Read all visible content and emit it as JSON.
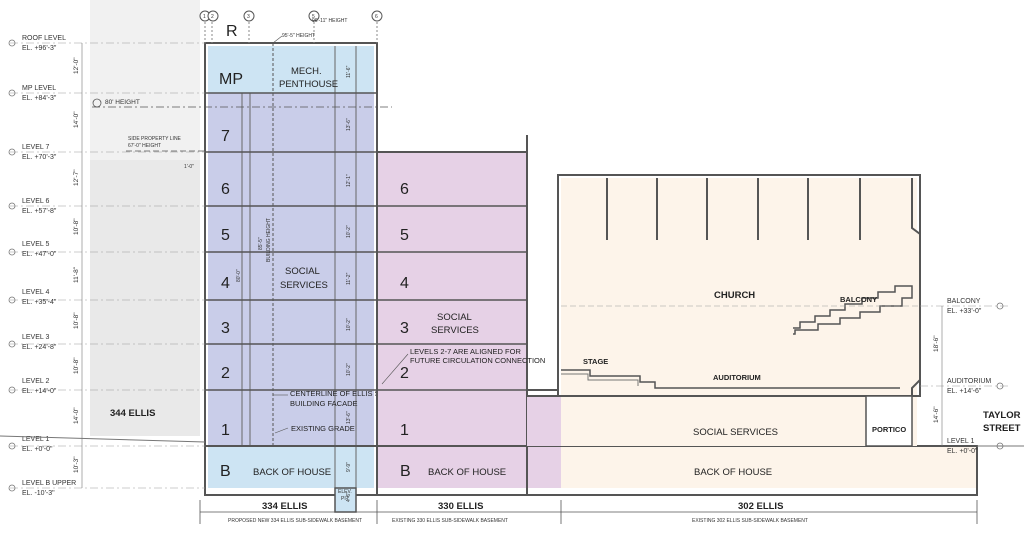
{
  "levels": [
    {
      "name": "ROOF LEVEL",
      "el": "EL. +96'-3\""
    },
    {
      "name": "MP LEVEL",
      "el": "EL. +84'-3\""
    },
    {
      "name": "LEVEL 7",
      "el": "EL. +70'-3\""
    },
    {
      "name": "LEVEL 6",
      "el": "EL. +57'-8\""
    },
    {
      "name": "LEVEL 5",
      "el": "EL. +47'-0\""
    },
    {
      "name": "LEVEL 4",
      "el": "EL. +35'-4\""
    },
    {
      "name": "LEVEL 3",
      "el": "EL. +24'-8\""
    },
    {
      "name": "LEVEL 2",
      "el": "EL. +14'-0\""
    },
    {
      "name": "LEVEL 1",
      "el": "EL. +0'-0\""
    },
    {
      "name": "LEVEL B UPPER",
      "el": "EL. -10'-3\""
    }
  ],
  "left_dims": [
    "12'-0\"",
    "14'-0\"",
    "12'-7\"",
    "10'-8\"",
    "11'-8\"",
    "10'-8\"",
    "10'-8\"",
    "14'-0\"",
    "10'-3\""
  ],
  "right_levels": [
    {
      "name": "BALCONY",
      "el": "EL. +33'-0\""
    },
    {
      "name": "AUDITORIUM",
      "el": "EL. +14'-6\""
    },
    {
      "name": "LEVEL 1",
      "el": "EL. +0'-0\""
    }
  ],
  "right_dims": [
    "18'-6\"",
    "14'-6\""
  ],
  "grid_bubbles": [
    "1",
    "2",
    "3",
    "5",
    "6"
  ],
  "bldg334": {
    "roof_label": "R",
    "mp_label": "MP",
    "mech_label_1": "MECH.",
    "mech_label_2": "PENTHOUSE",
    "floors": [
      "7",
      "6",
      "5",
      "4",
      "3",
      "2",
      "1"
    ],
    "social_1": "SOCIAL",
    "social_2": "SERVICES",
    "basement": "B",
    "boh": "BACK OF HOUSE",
    "elev_pit_1": "ELEV.",
    "elev_pit_2": "PIT",
    "height_80": "80' HEIGHT",
    "building_height_dim": "85'-5\"",
    "building_height_label": "BUILDING HEIGHT",
    "dim_80": "80'-0\"",
    "top_height_1": "95'-5\" HEIGHT",
    "top_height_2": "96'-11\" HEIGHT",
    "side_prop_1": "SIDE PROPERTY LINE",
    "side_prop_2": "67'-0\" HEIGHT",
    "inner_dims": [
      "11'-6\"",
      "13'-6\"",
      "12'-1\"",
      "10'-2\"",
      "11'-2\"",
      "10'-2\"",
      "10'-2\"",
      "13'-6\"",
      "9'-9\"",
      "4'-6\""
    ],
    "centerline_1": "CENTERLINE OF ELLIS ST",
    "centerline_2": "BUILDING FACADE",
    "existing_grade": "EXISTING GRADE"
  },
  "bldg330": {
    "floors": [
      "6",
      "5",
      "4",
      "3",
      "2",
      "1"
    ],
    "social_1": "SOCIAL",
    "social_2": "SERVICES",
    "basement": "B",
    "boh": "BACK OF HOUSE",
    "aligned_note_1": "LEVELS 2-7 ARE ALIGNED FOR",
    "aligned_note_2": "FUTURE CIRCULATION CONNECTION"
  },
  "bldg302": {
    "church": "CHURCH",
    "balcony": "BALCONY",
    "stage": "STAGE",
    "auditorium": "AUDITORIUM",
    "social": "SOCIAL SERVICES",
    "portico": "PORTICO",
    "boh": "BACK OF HOUSE"
  },
  "neighbor": {
    "label": "344 ELLIS",
    "dim": "1'-0\""
  },
  "street": {
    "line1": "TAYLOR",
    "line2": "STREET"
  },
  "bottom": [
    {
      "name": "334 ELLIS",
      "note": "PROPOSED NEW 334 ELLIS SUB-SIDEWALK BASEMENT"
    },
    {
      "name": "330 ELLIS",
      "note": "EXISTING 330 ELLIS SUB-SIDEWALK BASEMENT"
    },
    {
      "name": "302 ELLIS",
      "note": "EXISTING 302 ELLIS SUB-SIDEWALK BASEMENT"
    }
  ],
  "colors": {
    "blue": "#c9cde9",
    "mp_blue": "#cde4f3",
    "pink": "#e6d1e6",
    "church": "#fdf4ea",
    "line": "#555555"
  }
}
